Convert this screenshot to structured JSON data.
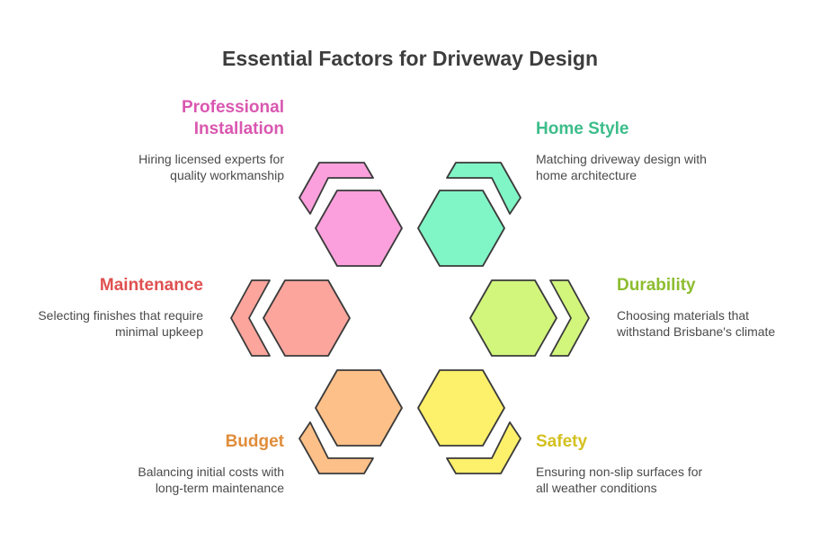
{
  "title": "Essential Factors for Driveway Design",
  "factors": [
    {
      "id": "professional-installation",
      "label": "Professional Installation",
      "label_lines": [
        "Professional",
        "Installation"
      ],
      "description_lines": [
        "Hiring licensed experts for",
        "quality workmanship"
      ],
      "color": "#d957b0",
      "fill": "#fba0dc"
    },
    {
      "id": "home-style",
      "label": "Home Style",
      "label_lines": [
        "Home Style"
      ],
      "description_lines": [
        "Matching driveway design with",
        "home architecture"
      ],
      "color": "#3dbd8a",
      "fill": "#80f5c6"
    },
    {
      "id": "durability",
      "label": "Durability",
      "label_lines": [
        "Durability"
      ],
      "description_lines": [
        "Choosing materials that",
        "withstand Brisbane's climate"
      ],
      "color": "#8dbd30",
      "fill": "#d2f57c"
    },
    {
      "id": "safety",
      "label": "Safety",
      "label_lines": [
        "Safety"
      ],
      "description_lines": [
        "Ensuring non-slip surfaces for",
        "all weather conditions"
      ],
      "color": "#d4c021",
      "fill": "#fdf06a"
    },
    {
      "id": "budget",
      "label": "Budget",
      "label_lines": [
        "Budget"
      ],
      "description_lines": [
        "Balancing initial costs with",
        "long-term maintenance"
      ],
      "color": "#e08d3a",
      "fill": "#fdc088"
    },
    {
      "id": "maintenance",
      "label": "Maintenance",
      "label_lines": [
        "Maintenance"
      ],
      "description_lines": [
        "Selecting finishes that require",
        "minimal upkeep"
      ],
      "color": "#e05050",
      "fill": "#fca59d"
    }
  ]
}
